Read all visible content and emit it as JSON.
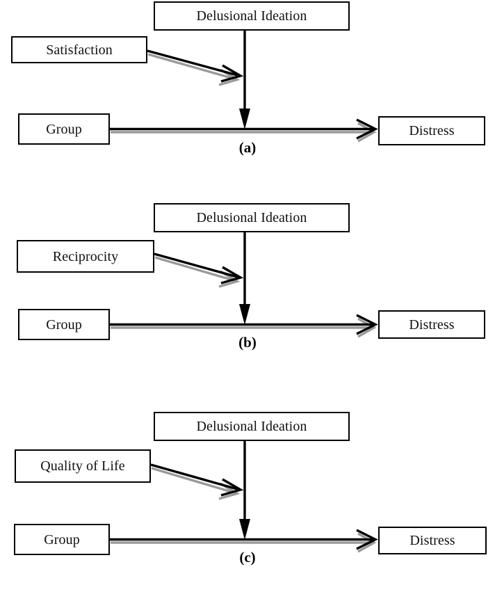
{
  "figure": {
    "type": "path-diagram-set",
    "background_color": "#ffffff",
    "line_color": "#000000",
    "shadow_color": "#9a9a9a",
    "box_border_color": "#000000"
  },
  "panels": [
    {
      "caption": "(a)",
      "nodes": {
        "mediator": "Delusional Ideation",
        "moderator": "Satisfaction",
        "predictor": "Group",
        "outcome": "Distress"
      },
      "edges": [
        {
          "from": "Group",
          "to": "Distress",
          "style": "solid-shadow-arrow",
          "orientation": "horizontal"
        },
        {
          "from": "Delusional Ideation",
          "to": "Group-Distress path",
          "style": "solid-arrow",
          "orientation": "vertical"
        },
        {
          "from": "Satisfaction",
          "to": "Delusional Ideation path",
          "style": "solid-shadow-arrow",
          "orientation": "diagonal"
        }
      ]
    },
    {
      "caption": "(b)",
      "nodes": {
        "mediator": "Delusional Ideation",
        "moderator": "Reciprocity",
        "predictor": "Group",
        "outcome": "Distress"
      },
      "edges": [
        {
          "from": "Group",
          "to": "Distress",
          "style": "solid-shadow-arrow",
          "orientation": "horizontal"
        },
        {
          "from": "Delusional Ideation",
          "to": "Group-Distress path",
          "style": "solid-arrow",
          "orientation": "vertical"
        },
        {
          "from": "Reciprocity",
          "to": "Delusional Ideation path",
          "style": "solid-shadow-arrow",
          "orientation": "diagonal"
        }
      ]
    },
    {
      "caption": "(c)",
      "nodes": {
        "mediator": "Delusional Ideation",
        "moderator": "Quality of Life",
        "predictor": "Group",
        "outcome": "Distress"
      },
      "edges": [
        {
          "from": "Group",
          "to": "Distress",
          "style": "solid-shadow-arrow",
          "orientation": "horizontal"
        },
        {
          "from": "Delusional Ideation",
          "to": "Group-Distress path",
          "style": "solid-arrow",
          "orientation": "vertical"
        },
        {
          "from": "Quality of Life",
          "to": "Delusional Ideation path",
          "style": "solid-shadow-arrow",
          "orientation": "diagonal"
        }
      ]
    }
  ]
}
